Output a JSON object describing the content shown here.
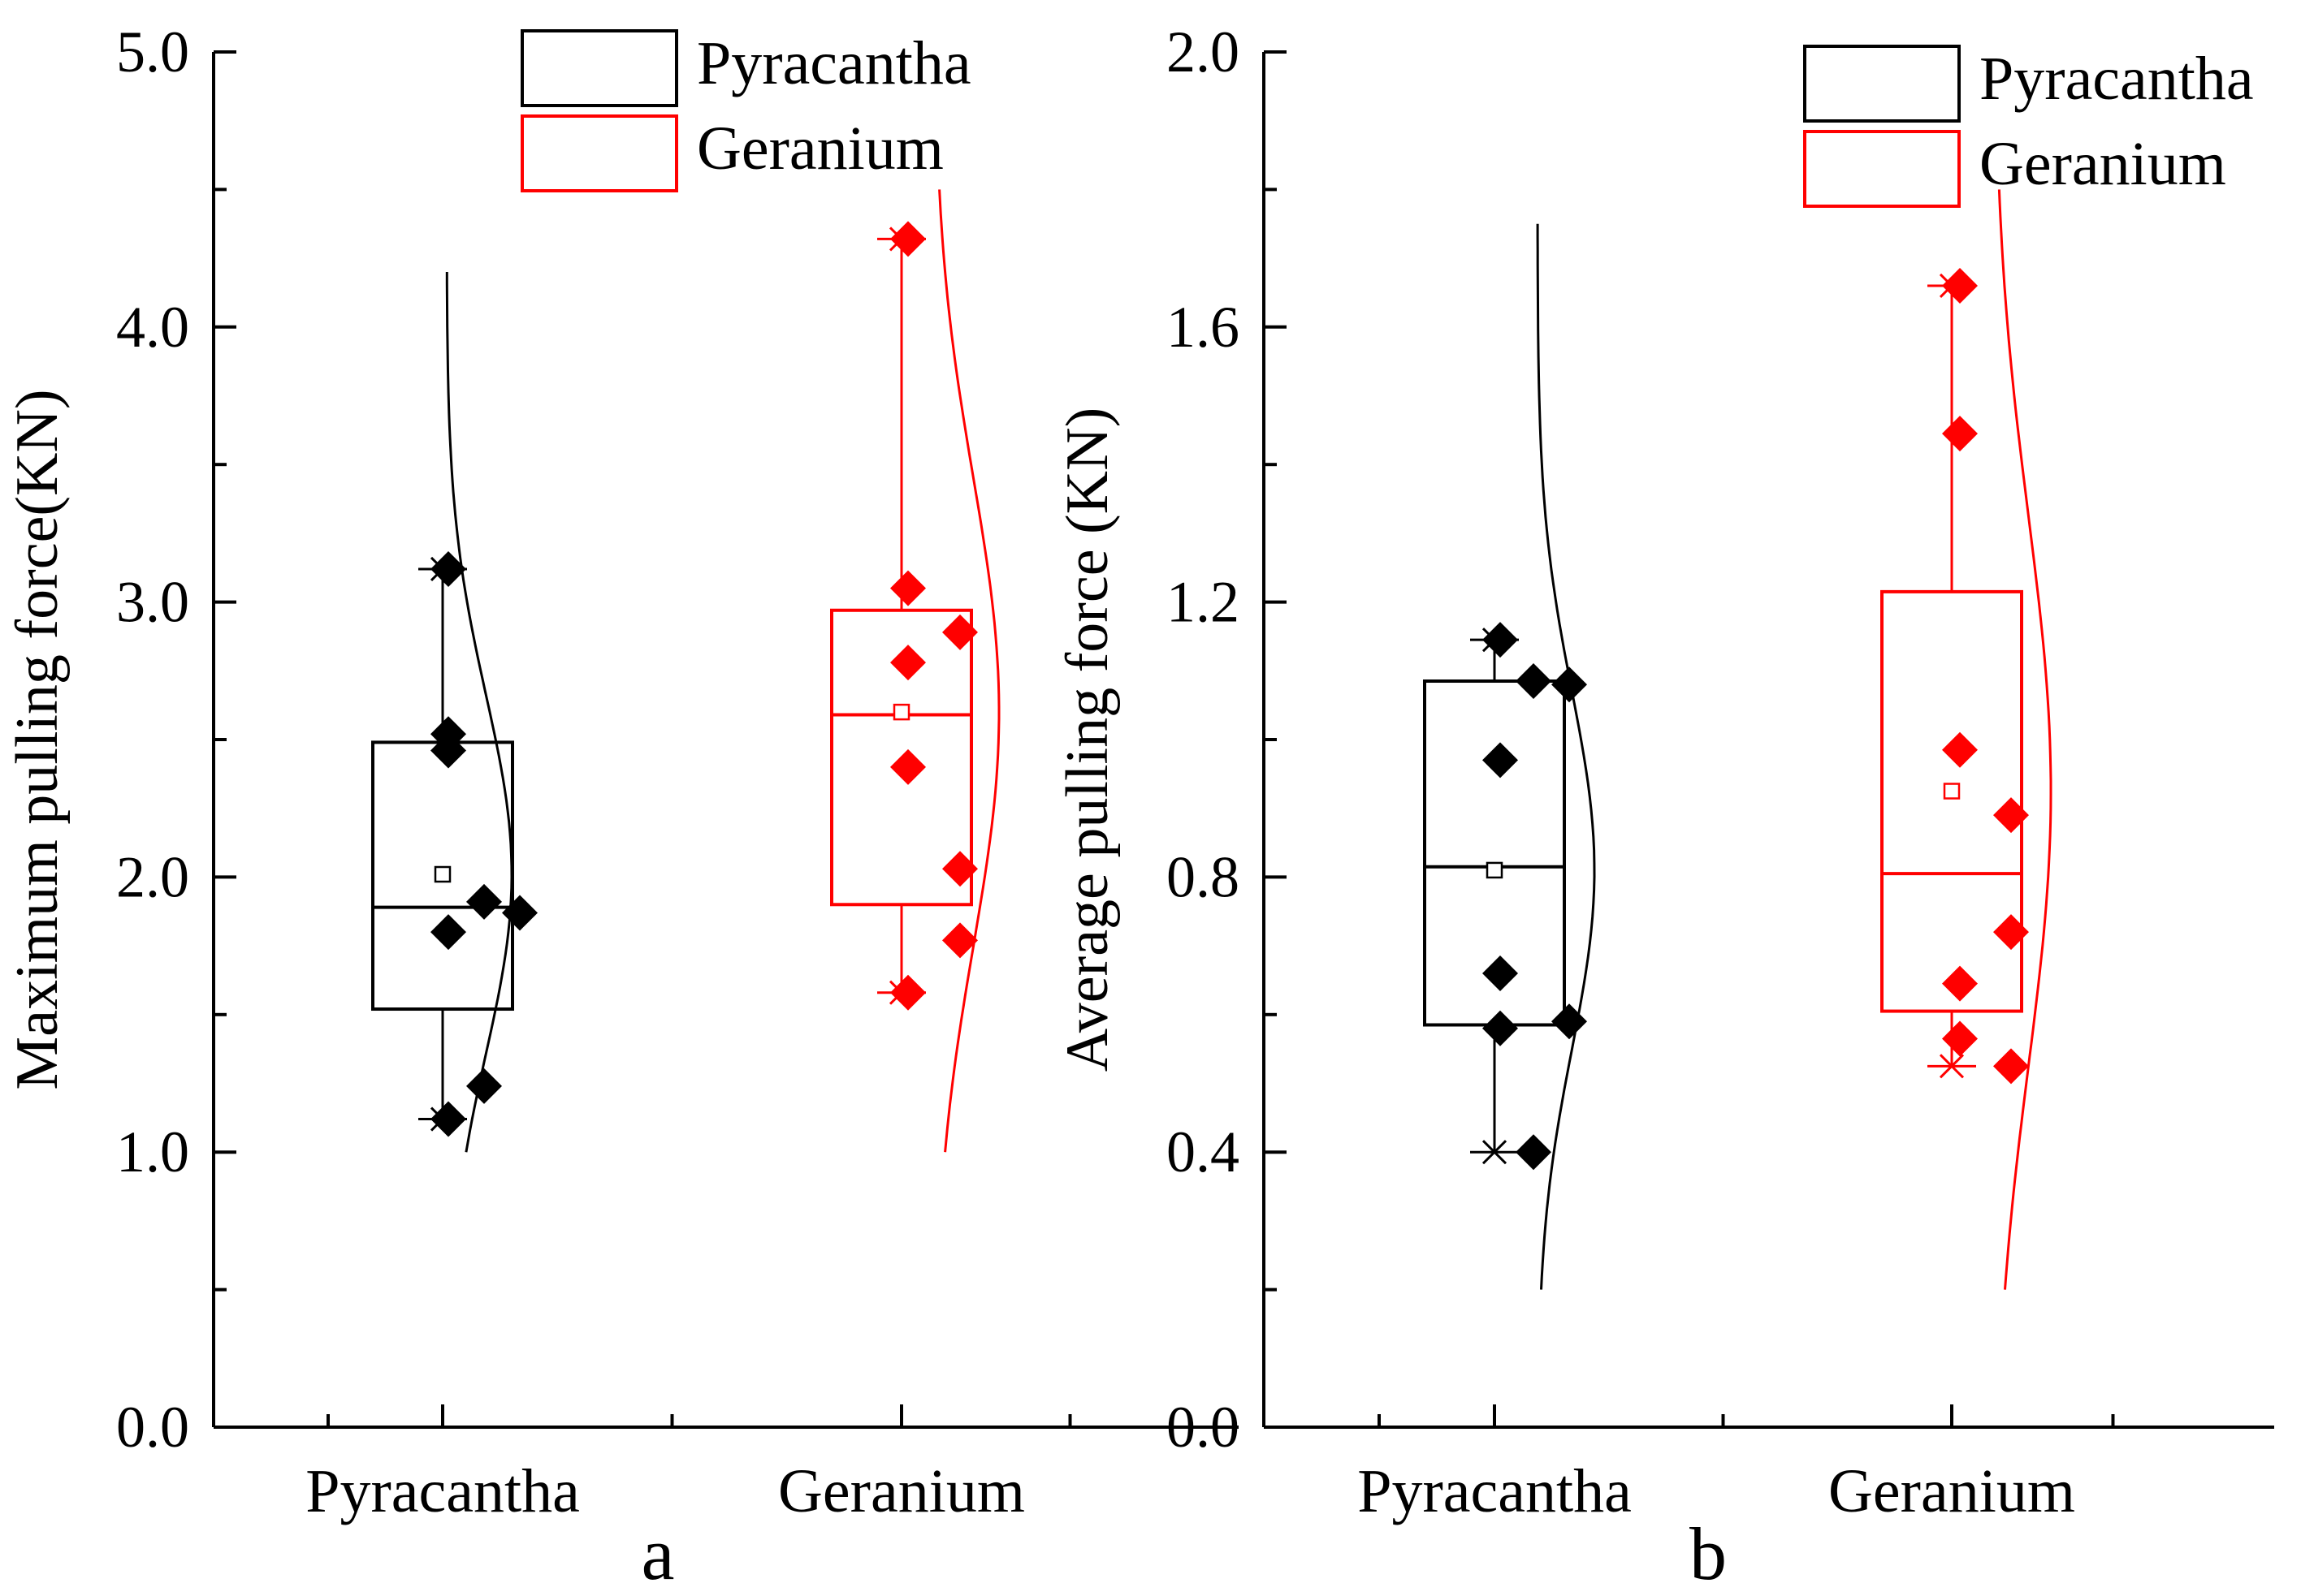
{
  "colors": {
    "pyracantha": "#000000",
    "geranium": "#ff0000"
  },
  "legend_position": "top-right",
  "chart_data": [
    {
      "type": "box",
      "panel_label": "a",
      "ylabel": "Maximum pulling force(KN)",
      "ylim": [
        0,
        5
      ],
      "yticks": [
        "0.0",
        "1.0",
        "2.0",
        "3.0",
        "4.0",
        "5.0"
      ],
      "categories": [
        "Pyracantha",
        "Geranium"
      ],
      "legend": [
        "Pyracantha",
        "Geranium"
      ],
      "series": [
        {
          "name": "Pyracantha",
          "color": "#000000",
          "box": {
            "min": 1.12,
            "q1": 1.52,
            "median": 1.89,
            "q3": 2.49,
            "max": 3.12,
            "mean": 2.01
          },
          "points": [
            3.12,
            2.52,
            2.46,
            1.91,
            1.87,
            1.8,
            1.24,
            1.12
          ],
          "normal_curve": {
            "mean": 2.01,
            "sd": 0.65,
            "ymin": 1.0,
            "ymax": 4.2
          }
        },
        {
          "name": "Geranium",
          "color": "#ff0000",
          "box": {
            "min": 1.58,
            "q1": 1.9,
            "median": 2.59,
            "q3": 2.97,
            "max": 4.32,
            "mean": 2.6
          },
          "points": [
            4.32,
            3.05,
            2.89,
            2.78,
            2.4,
            2.03,
            1.77,
            1.58
          ],
          "normal_curve": {
            "mean": 2.6,
            "sd": 0.85,
            "ymin": 1.0,
            "ymax": 4.5
          }
        }
      ]
    },
    {
      "type": "box",
      "panel_label": "b",
      "ylabel": "Average pulling force (KN)",
      "ylim": [
        0,
        2
      ],
      "yticks": [
        "0.0",
        "0.4",
        "0.8",
        "1.2",
        "1.6",
        "2.0"
      ],
      "categories": [
        "Pyracantha",
        "Geranium"
      ],
      "legend": [
        "Pyracantha",
        "Geranium"
      ],
      "series": [
        {
          "name": "Pyracantha",
          "color": "#000000",
          "box": {
            "min": 0.4,
            "q1": 0.585,
            "median": 0.815,
            "q3": 1.085,
            "max": 1.145,
            "mean": 0.81
          },
          "points": [
            1.145,
            1.085,
            1.08,
            0.97,
            0.66,
            0.58,
            0.59,
            0.4
          ],
          "normal_curve": {
            "mean": 0.81,
            "sd": 0.26,
            "ymin": 0.2,
            "ymax": 1.75
          }
        },
        {
          "name": "Geranium",
          "color": "#ff0000",
          "box": {
            "min": 0.525,
            "q1": 0.605,
            "median": 0.805,
            "q3": 1.215,
            "max": 1.66,
            "mean": 0.925
          },
          "points": [
            1.66,
            1.445,
            0.985,
            0.89,
            0.72,
            0.645,
            0.565,
            0.525
          ],
          "normal_curve": {
            "mean": 0.925,
            "sd": 0.4,
            "ymin": 0.2,
            "ymax": 1.8
          }
        }
      ]
    }
  ]
}
